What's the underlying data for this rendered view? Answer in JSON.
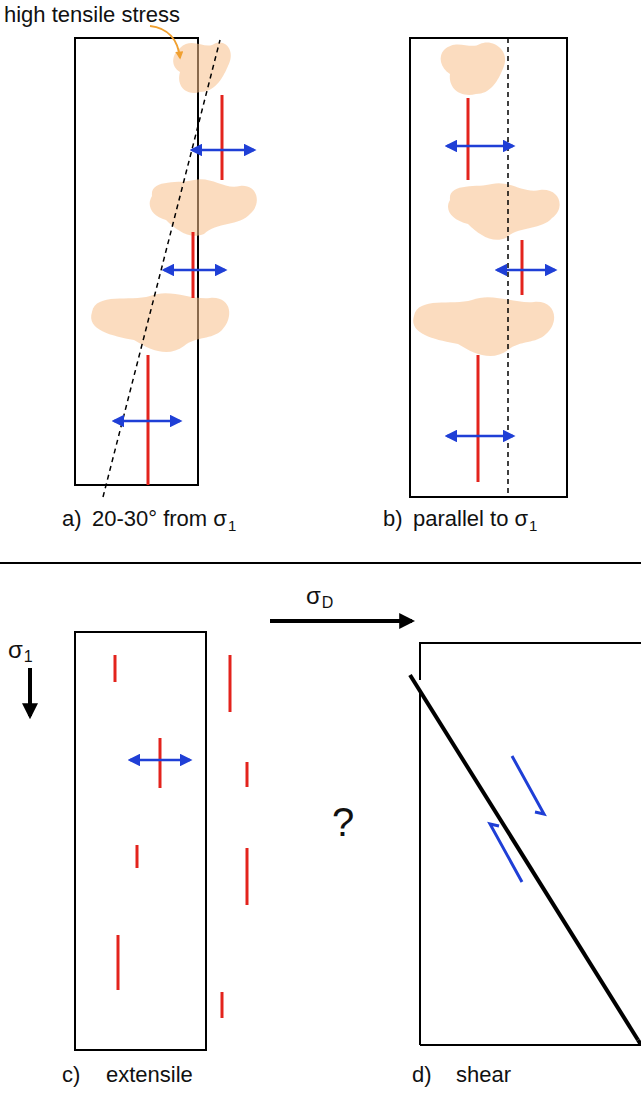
{
  "diagram": {
    "labels": [
      "high tensile stress",
      "a)",
      "20-30° from σ",
      "1",
      "b)",
      "parallel to σ",
      "1",
      "σ",
      "D",
      "σ",
      "1",
      "c)",
      "extensile",
      "?",
      "d)",
      "shear"
    ]
  }
}
